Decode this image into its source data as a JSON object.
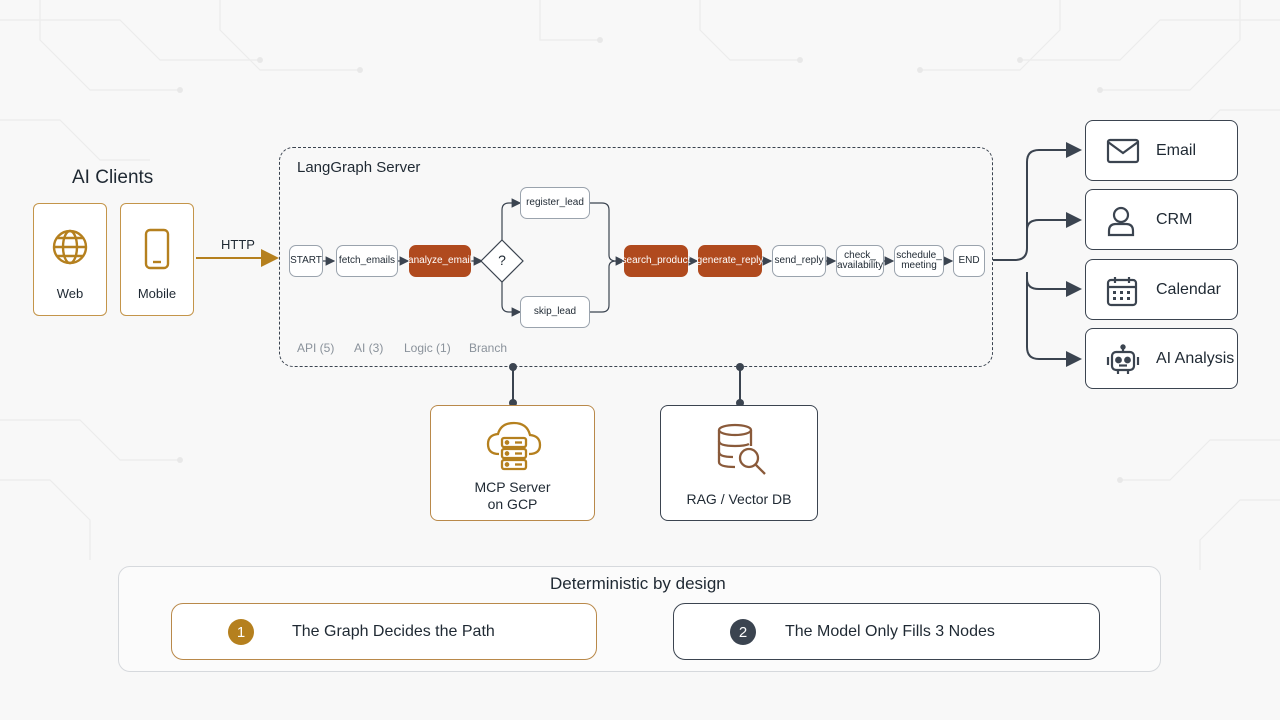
{
  "clients": {
    "title": "AI Clients",
    "items": [
      {
        "label": "Web",
        "icon": "globe-icon"
      },
      {
        "label": "Mobile",
        "icon": "smartphone-icon"
      }
    ],
    "connection_label": "HTTP"
  },
  "server": {
    "title": "LangGraph Server",
    "nodes": {
      "start": "START",
      "fetch_emails": "fetch_emails",
      "analyze_email": "analyze_email",
      "decision": "?",
      "register_lead": "register_lead",
      "skip_lead": "skip_lead",
      "search_product": "search_product",
      "generate_reply": "generate_reply",
      "send_reply": "send_reply",
      "check_availability": "check_\navailability",
      "schedule_meeting": "schedule_\nmeeting",
      "end": "END"
    },
    "legend": [
      "API (5)",
      "AI (3)",
      "Logic (1)",
      "Branch"
    ]
  },
  "services": [
    {
      "label": "Email",
      "icon": "mail-icon"
    },
    {
      "label": "CRM",
      "icon": "user-icon"
    },
    {
      "label": "Calendar",
      "icon": "calendar-icon"
    },
    {
      "label": "AI Analysis",
      "icon": "robot-icon"
    }
  ],
  "infra": {
    "mcp": {
      "label": "MCP Server\non GCP",
      "icon": "cloud-server-icon"
    },
    "rag": {
      "label": "RAG / Vector DB",
      "icon": "database-search-icon"
    }
  },
  "deterministic": {
    "title": "Deterministic by design",
    "principles": [
      {
        "number": "1",
        "text": "The Graph Decides the Path"
      },
      {
        "number": "2",
        "text": "The Model Only Fills 3 Nodes"
      }
    ]
  },
  "colors": {
    "accent_orange": "#b04a1e",
    "accent_gold": "#b9894a",
    "dark": "#3b4450",
    "num1": "#b5801e",
    "num2": "#3b4450"
  }
}
